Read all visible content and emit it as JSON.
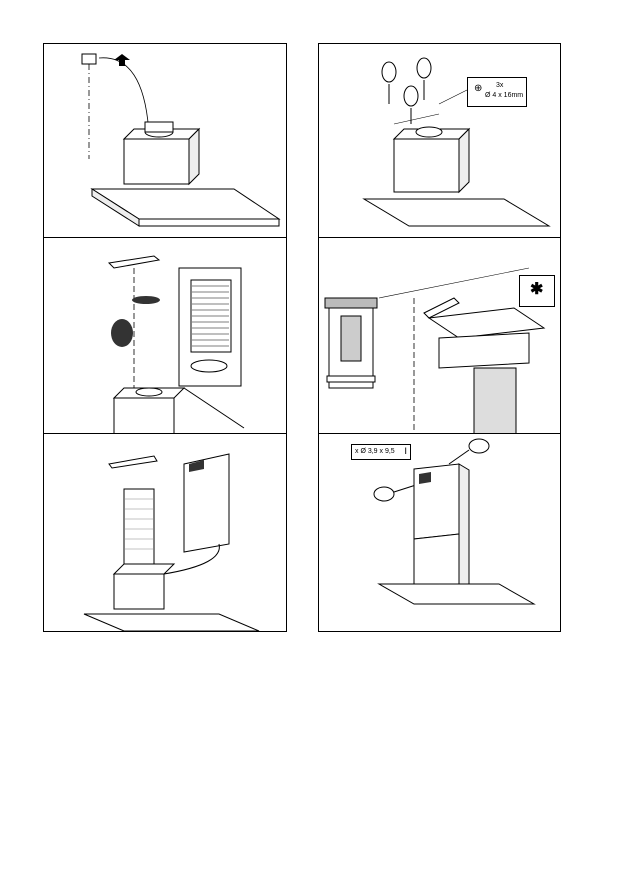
{
  "panels": [
    {
      "id": 1,
      "kind": "bracket-and-hood"
    },
    {
      "id": 2,
      "kind": "screws-fixing",
      "screw_count": "3x",
      "screw_size": "Ø 4 x 16mm"
    },
    {
      "id": 3,
      "kind": "duct-and-filter"
    },
    {
      "id": 4,
      "kind": "recirculation-kit",
      "symbol": "✱"
    },
    {
      "id": 5,
      "kind": "chimney-fitting"
    },
    {
      "id": 6,
      "kind": "chimney-screws",
      "screw_spec": "x Ø 3,9 x 9,5"
    }
  ],
  "colors": {
    "line": "#000000",
    "gray": "#777777",
    "light": "#dddddd"
  }
}
